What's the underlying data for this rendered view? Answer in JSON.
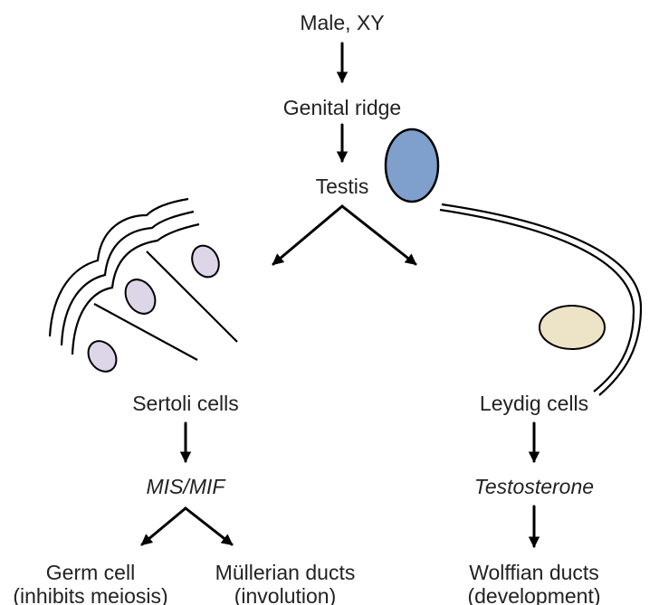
{
  "title": "Male, XY",
  "steps": {
    "genital_ridge": "Genital ridge",
    "testis": "Testis"
  },
  "left_branch": {
    "cells": "Sertoli cells",
    "hormone": "MIS/MIF",
    "target_a": {
      "name": "Germ cell",
      "effect": "(inhibits meiosis)"
    },
    "target_b": {
      "name": "Müllerian ducts",
      "effect": "(involution)"
    }
  },
  "right_branch": {
    "cells": "Leydig cells",
    "hormone": "Testosterone",
    "target": {
      "name": "Wolffian ducts",
      "effect": "(development)"
    }
  },
  "colors": {
    "testis_fill": "#7f9fcd",
    "sertoli_nucleus_fill": "#ddd6e8",
    "leydig_nucleus_fill": "#ede3c6"
  }
}
